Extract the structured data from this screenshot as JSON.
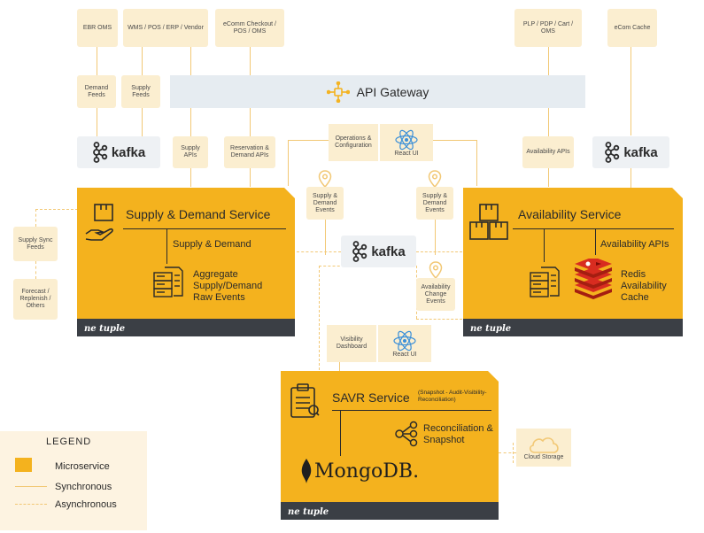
{
  "top_sources": {
    "ebr_oms": "EBR OMS",
    "wms_pos": "WMS / POS / ERP / Vendor",
    "ecomm_checkout": "eComm Checkout / POS / OMS",
    "plp_pdp": "PLP / PDP / Cart / OMS",
    "ecom_cache": "eCom Cache"
  },
  "feeds": {
    "demand_feeds": "Demand Feeds",
    "supply_feeds": "Supply Feeds",
    "supply_apis": "Supply APIs",
    "reservation_apis": "Reservation & Demand APIs",
    "availability_apis": "Availability APIs",
    "supply_sync_feeds": "Supply Sync Feeds",
    "forecast": "Forecast / Replenish / Others"
  },
  "api_gateway": "API Gateway",
  "kafka_label": "kafka",
  "ops_config": {
    "label": "Operations & Configuration",
    "react": "React UI"
  },
  "events": {
    "sd_events_left": "Supply & Demand Events",
    "sd_events_right": "Supply & Demand Events",
    "availability_change": "Availability Change Events"
  },
  "supply_demand_service": {
    "title": "Supply & Demand Service",
    "sub": "Supply & Demand",
    "item": "Aggregate Supply/Demand Raw Events"
  },
  "availability_service": {
    "title": "Availability Service",
    "sub": "Availability APIs",
    "item": "Redis Availability Cache"
  },
  "visibility": {
    "label": "Visibility Dashboard",
    "react": "React UI"
  },
  "savr_service": {
    "title": "SAVR Service",
    "paren": "(Snapshot - Audit-Visibility-Reconciliation)",
    "item": "Reconciliation & Snapshot",
    "db": "MongoDB."
  },
  "cloud_storage": "Cloud Storage",
  "brand": "ne tuple",
  "legend": {
    "title": "LEGEND",
    "microservice": "Microservice",
    "synchronous": "Synchronous",
    "asynchronous": "Asynchronous"
  },
  "colors": {
    "service": "#f4b21e",
    "label_box": "#fbeed0",
    "footer": "#3b3f45",
    "connector": "#f2c875"
  }
}
